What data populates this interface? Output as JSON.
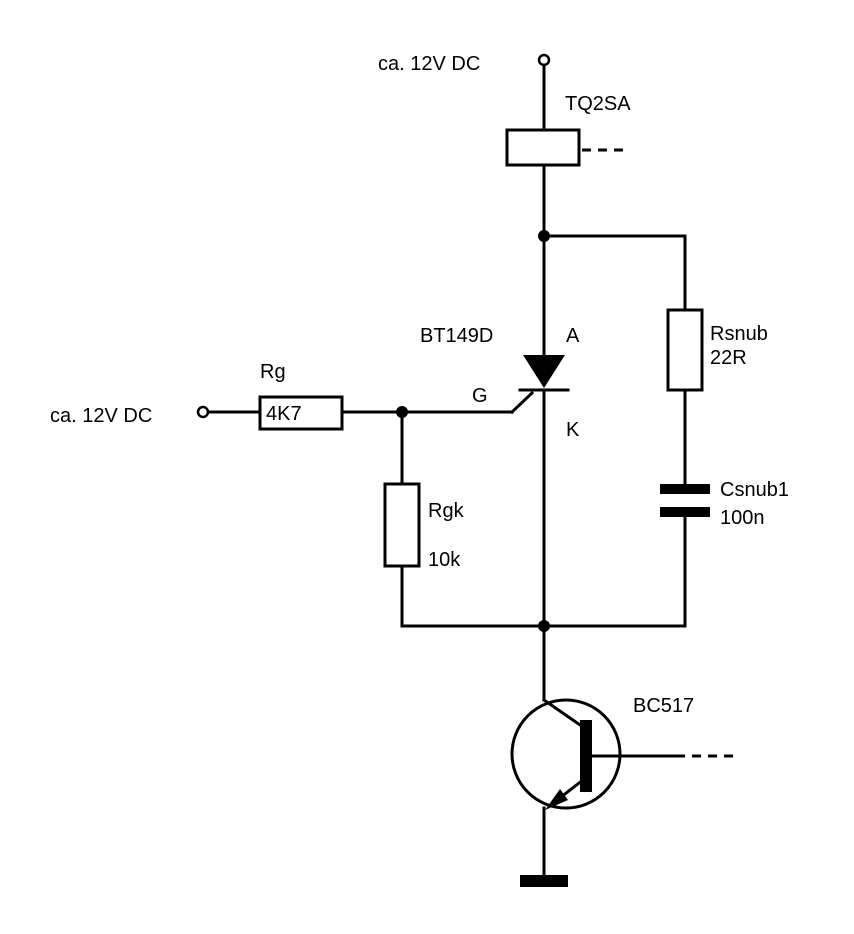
{
  "labels": {
    "supply_top": "ca. 12V DC",
    "supply_left": "ca. 12V DC",
    "relay": "TQ2SA",
    "thyristor": "BT149D",
    "anode": "A",
    "cathode": "K",
    "gate": "G",
    "rg_name": "Rg",
    "rg_value": "4K7",
    "rgk_name": "Rgk",
    "rgk_value": "10k",
    "rsnub_name": "Rsnub",
    "rsnub_value": "22R",
    "csnub_name": "Csnub1",
    "csnub_value": "100n",
    "transistor": "BC517"
  }
}
